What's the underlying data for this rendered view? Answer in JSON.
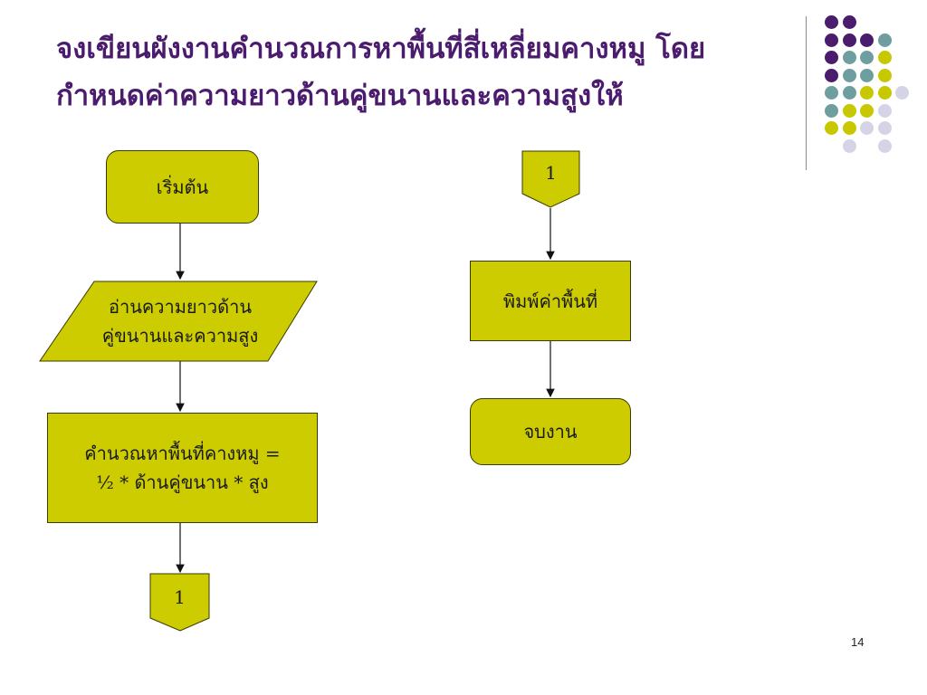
{
  "title": {
    "line1": "จงเขียนผังงานคำนวณการหาพื้นที่สี่เหลี่ยมคางหมู โดย",
    "line2": "กำหนดค่าความยาวด้านคู่ขนานและความสูงให้"
  },
  "flowchart": {
    "start": "เริ่มต้น",
    "input_line1": "อ่านความยาวด้าน",
    "input_line2": "คู่ขนานและความสูง",
    "process_line1": "คำนวณหาพื้นที่คางหมู =",
    "process_line2": "½ * ด้านคู่ขนาน * สูง",
    "connector_out": "1",
    "connector_in": "1",
    "output": "พิมพ์ค่าพื้นที่",
    "end": "จบงาน"
  },
  "colors": {
    "title": "#4b1c6e",
    "shape_fill": "#cccc00",
    "purple": "#4b1c6e",
    "teal": "#6e9ea0",
    "yellow": "#c8c800",
    "lavender": "#d4d4e6"
  },
  "page_number": "14"
}
